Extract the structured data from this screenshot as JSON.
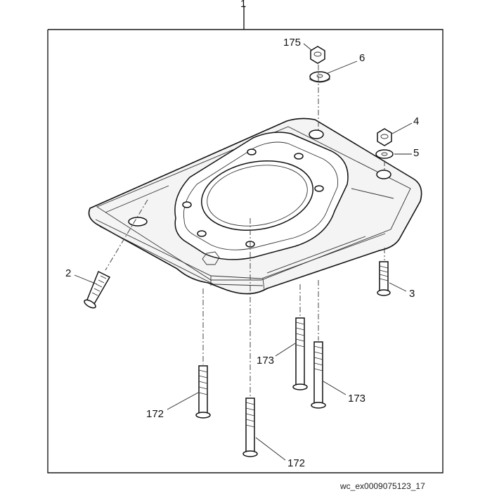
{
  "diagram": {
    "callouts": {
      "c1": "1",
      "c175": "175",
      "c6": "6",
      "c4": "4",
      "c5": "5",
      "c2": "2",
      "c3": "3",
      "c173a": "173",
      "c173b": "173",
      "c172a": "172",
      "c172b": "172"
    },
    "footer_code": "wc_ex0009075123_17"
  }
}
